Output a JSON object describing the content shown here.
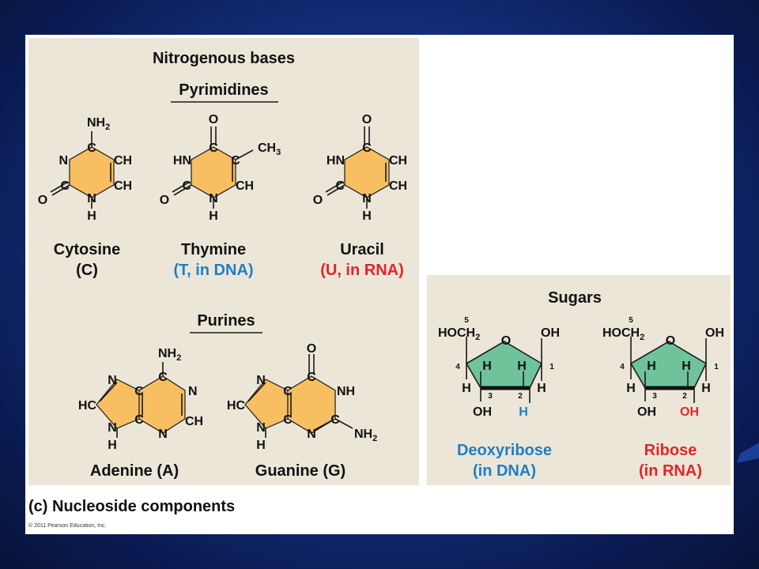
{
  "bases": {
    "title": "Nitrogenous bases",
    "pyrimidines_heading": "Pyrimidines",
    "purines_heading": "Purines",
    "cytosine": {
      "name": "Cytosine",
      "abbr": "(C)"
    },
    "thymine": {
      "name": "Thymine",
      "abbr": "(T, in DNA)"
    },
    "uracil": {
      "name": "Uracil",
      "abbr": "(U, in RNA)"
    },
    "adenine": {
      "name": "Adenine (A)"
    },
    "guanine": {
      "name": "Guanine (G)"
    }
  },
  "atoms": {
    "nh": "NH",
    "n": "N",
    "c": "C",
    "ch": "CH",
    "hn": "HN",
    "h": "H",
    "o": "O",
    "hc": "HC",
    "sub2": "2",
    "sub3": "3",
    "hoc": "HOCH",
    "oh": "OH"
  },
  "sugars": {
    "title": "Sugars",
    "deoxyribose": {
      "name": "Deoxyribose",
      "note": "(in DNA)",
      "c2_label": "H"
    },
    "ribose": {
      "name": "Ribose",
      "note": "(in RNA)",
      "c2_label": "OH"
    },
    "numbers": [
      "5",
      "4",
      "3",
      "2",
      "1"
    ]
  },
  "caption": "(c) Nucleoside components",
  "copyright": "© 2011 Pearson Education, Inc.",
  "colors": {
    "dna_blue": "#1f7fc4",
    "rna_red": "#e0262b",
    "base_fill": "#f7bf62",
    "sugar_fill": "#6fc39a",
    "panel": "#ebe6d8"
  }
}
